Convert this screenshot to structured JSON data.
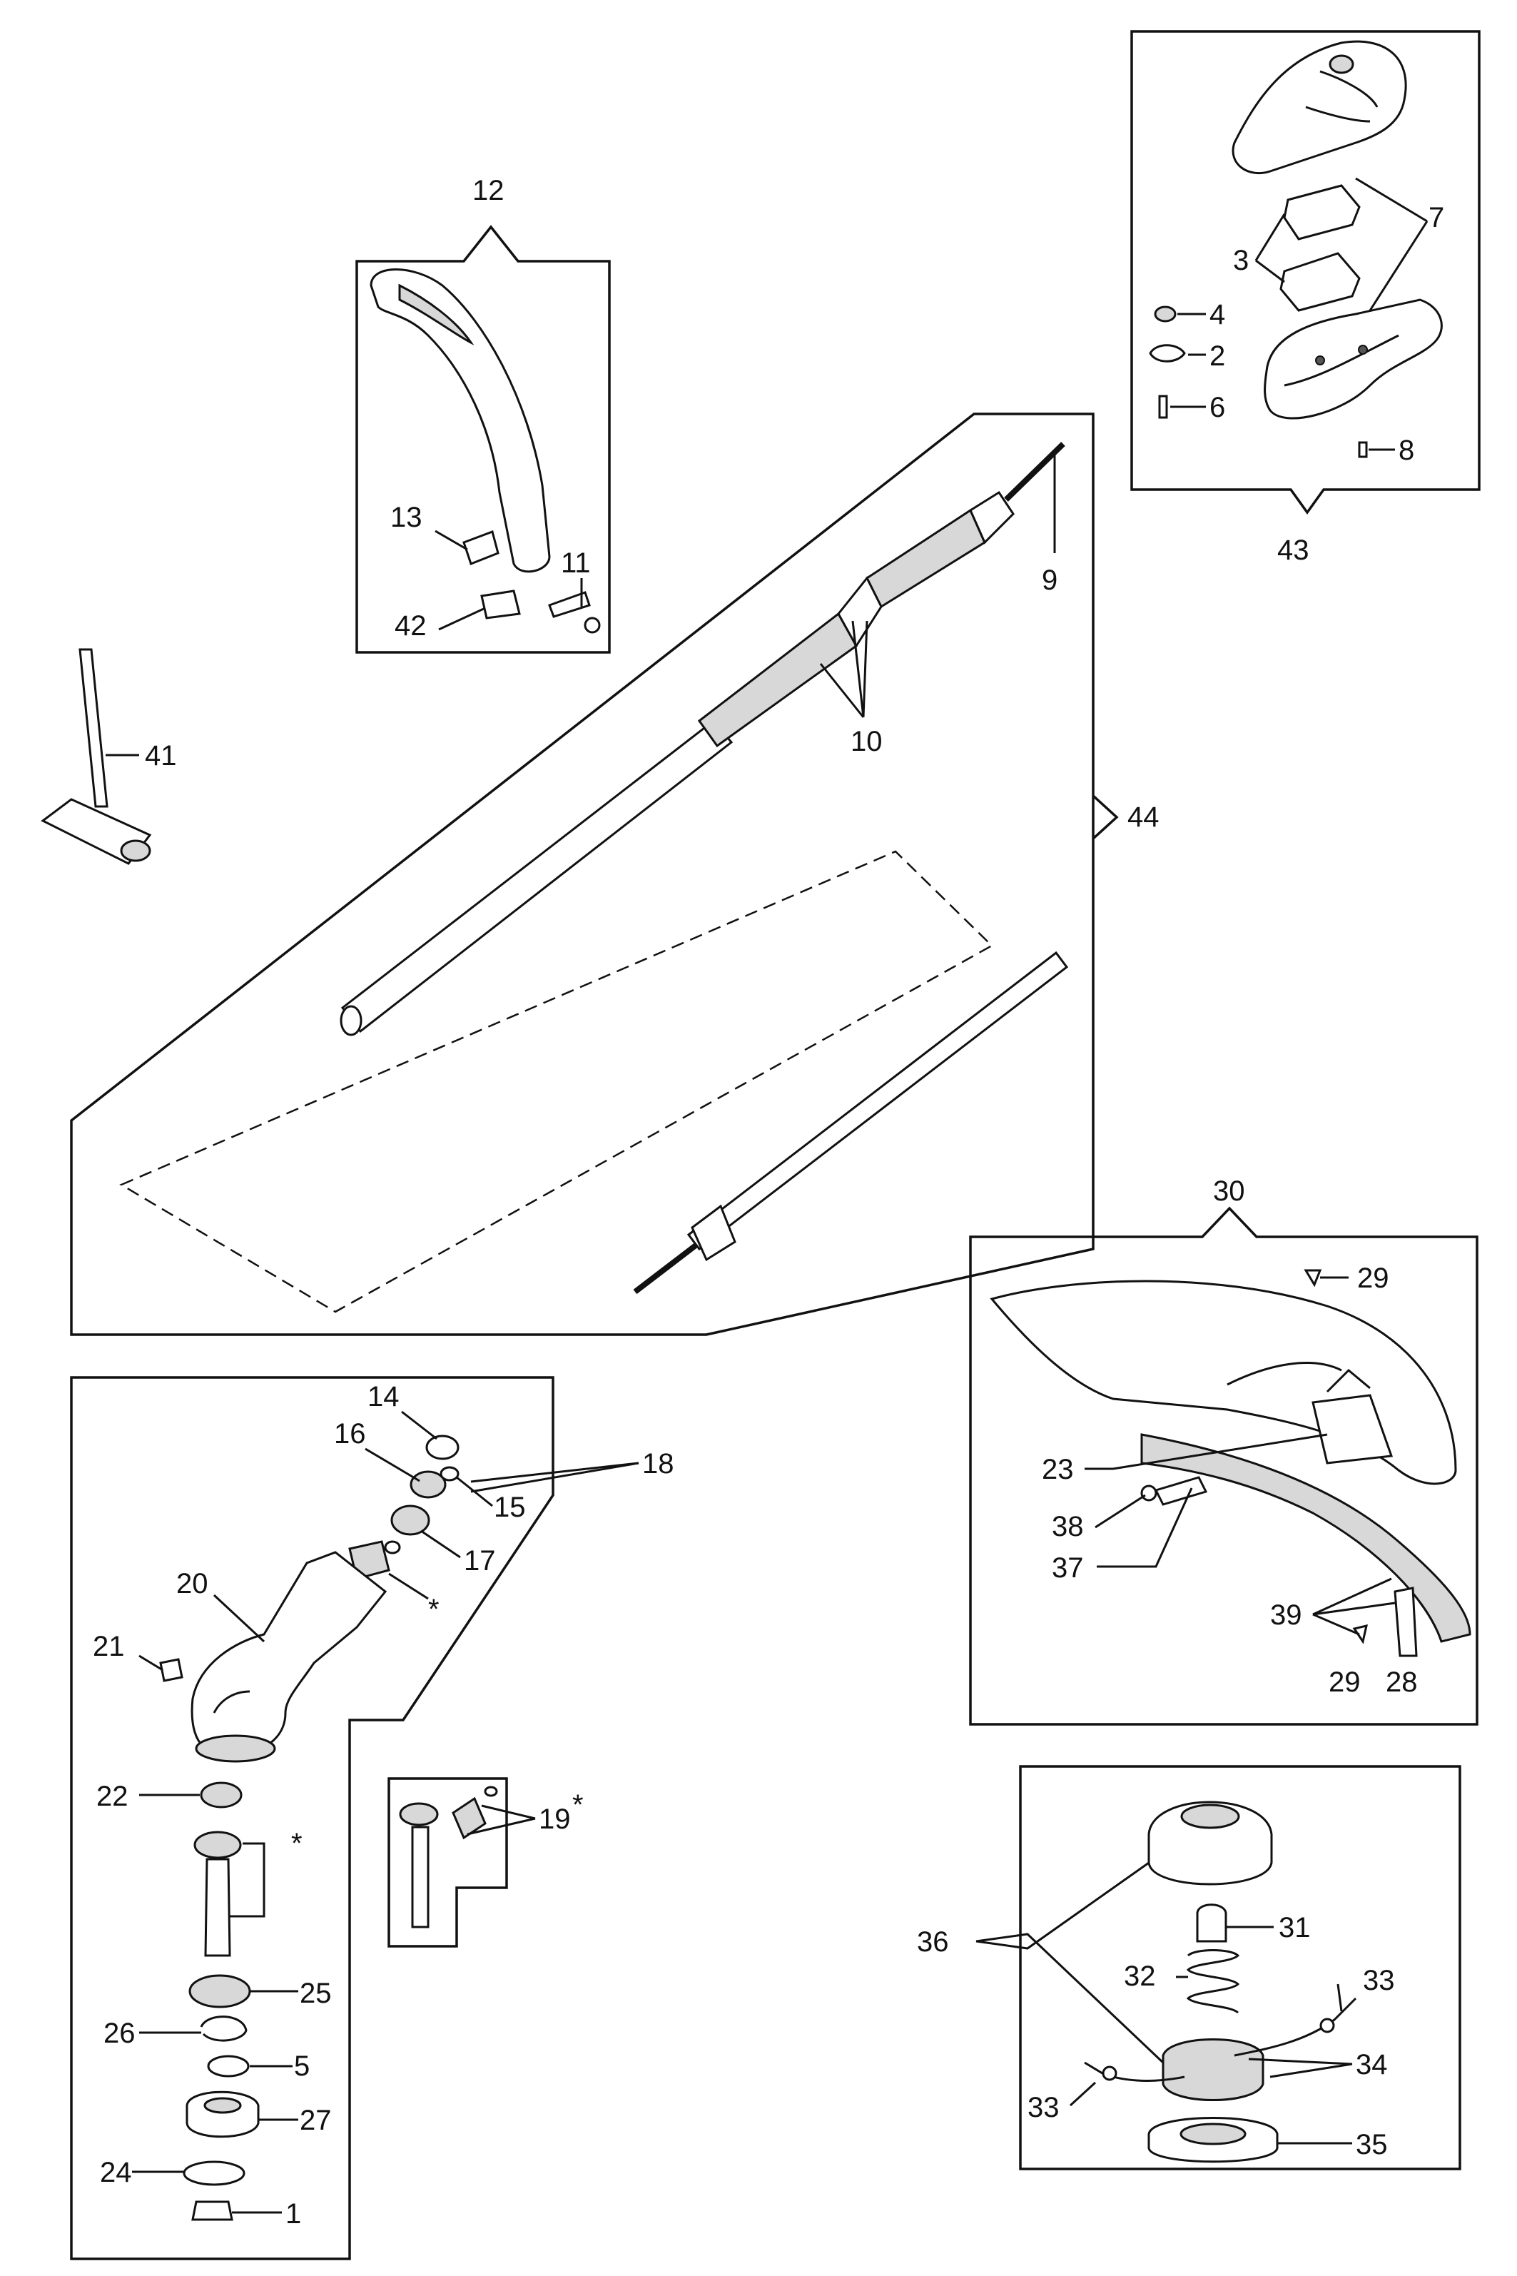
{
  "diagram": {
    "labels": {
      "l1": "1",
      "l2": "2",
      "l3": "3",
      "l4": "4",
      "l5": "5",
      "l6": "6",
      "l7": "7",
      "l8": "8",
      "l9": "9",
      "l10": "10",
      "l11": "11",
      "l12": "12",
      "l13": "13",
      "l14": "14",
      "l15": "15",
      "l16": "16",
      "l17": "17",
      "l18": "18",
      "l19": "19",
      "l20": "20",
      "l21": "21",
      "l22": "22",
      "l23": "23",
      "l24": "24",
      "l25": "25",
      "l26": "26",
      "l27": "27",
      "l28": "28",
      "l29a": "29",
      "l29b": "29",
      "l30": "30",
      "l31": "31",
      "l32": "32",
      "l33a": "33",
      "l33b": "33",
      "l34": "34",
      "l35": "35",
      "l36": "36",
      "l37": "37",
      "l38": "38",
      "l39": "39",
      "l41": "41",
      "l42": "42",
      "l43": "43",
      "l44": "44",
      "star1": "*",
      "star2": "*",
      "star3": "*"
    }
  }
}
